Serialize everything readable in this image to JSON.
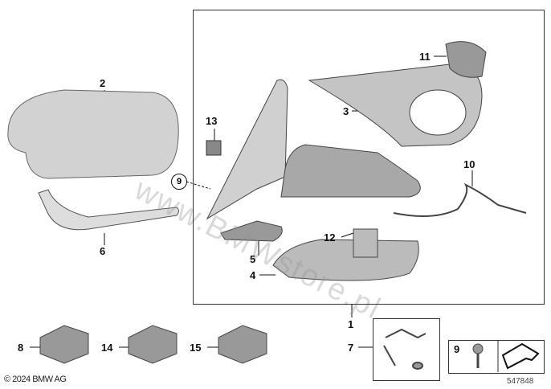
{
  "labels": {
    "l1": "1",
    "l2": "2",
    "l3": "3",
    "l4": "4",
    "l5": "5",
    "l6": "6",
    "l7": "7",
    "l8": "8",
    "l9": "9",
    "l9b": "9",
    "l10": "10",
    "l11": "11",
    "l12": "12",
    "l13": "13",
    "l14": "14",
    "l15": "15"
  },
  "copyright": "© 2024 BMW AG",
  "diagram_number": "547848",
  "watermark": "www.BMWstore.pl",
  "colors": {
    "part": "#c8c8c8",
    "part_dark": "#8a8a8a",
    "line": "#111111"
  }
}
